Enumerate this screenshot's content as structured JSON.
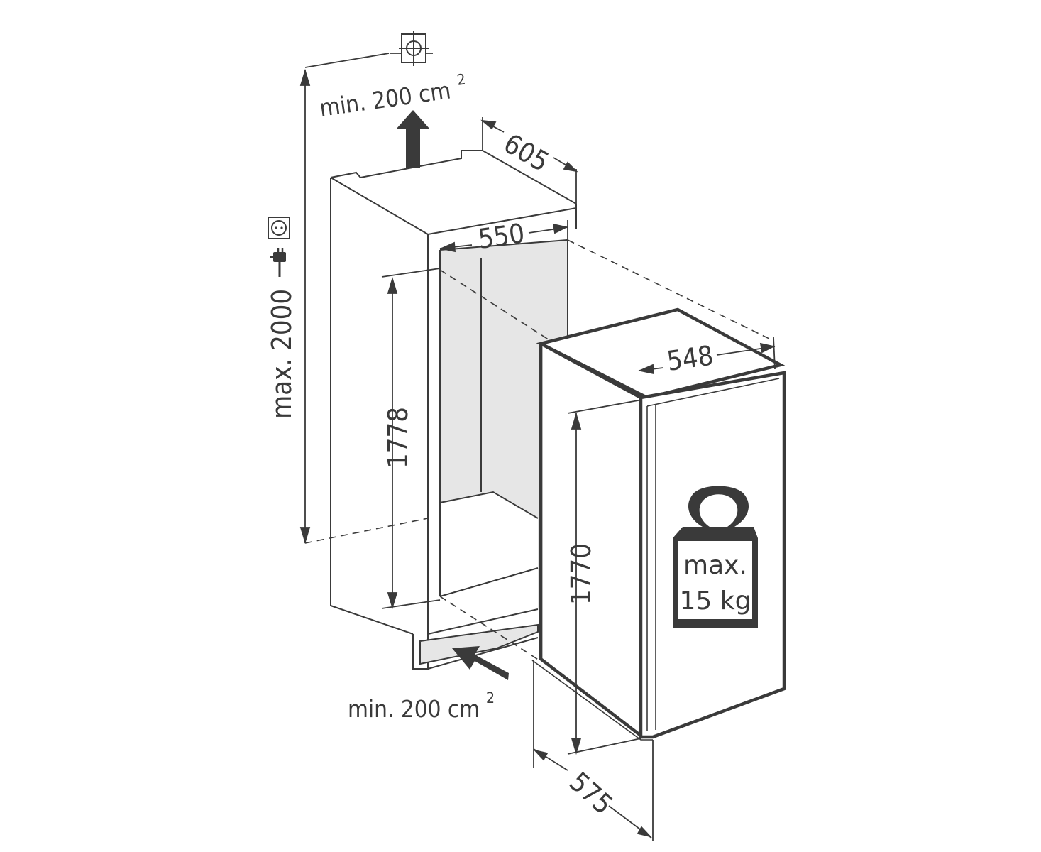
{
  "dimensions": {
    "niche_width": "550",
    "niche_depth": "605",
    "niche_height": "1778",
    "max_height": "max. 2000",
    "appliance_width": "548",
    "appliance_height": "1770",
    "appliance_depth": "575"
  },
  "ventilation": {
    "top_label": "min. 200 cm",
    "top_superscript": "2",
    "bottom_label": "min. 200 cm",
    "bottom_superscript": "2"
  },
  "door_load": {
    "line1": "max.",
    "line2": "15 kg"
  },
  "icons": {
    "socket": "power-socket-icon",
    "plug": "power-plug-icon",
    "outlet": "wall-outlet-icon",
    "weight": "weight-icon"
  },
  "colors": {
    "line": "#3a3a3a",
    "interior": "#e6e6e6",
    "arrow": "#3a3a3a"
  }
}
